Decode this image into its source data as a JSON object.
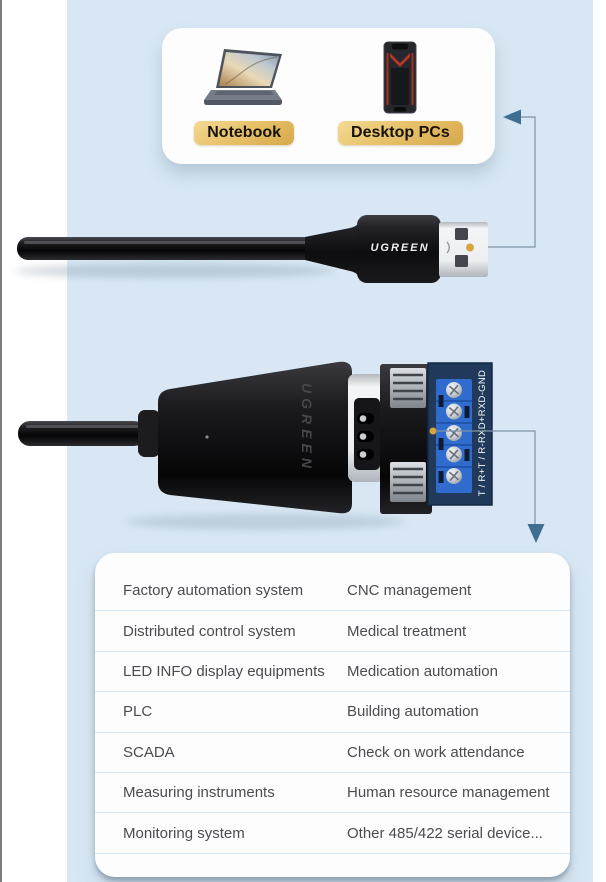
{
  "hosts_card": {
    "devices": [
      {
        "name": "laptop",
        "label": "Notebook"
      },
      {
        "name": "desktop-tower",
        "label": "Desktop PCs"
      }
    ]
  },
  "usb_connector": {
    "brand": "UGREEN"
  },
  "serial_connector": {
    "brand": "UGREEN",
    "terminal_labels": "T / R+T / R-RXD+RXD-GND"
  },
  "applications": {
    "rows": [
      {
        "left": "Factory automation system",
        "right": "CNC management"
      },
      {
        "left": "Distributed control system",
        "right": "Medical treatment"
      },
      {
        "left": "LED INFO display equipments",
        "right": "Medication automation"
      },
      {
        "left": "PLC",
        "right": "Building automation"
      },
      {
        "left": "SCADA",
        "right": "Check on work attendance"
      },
      {
        "left": "Measuring instruments",
        "right": "Human resource management"
      },
      {
        "left": "Monitoring system",
        "right": "Other 485/422 serial device..."
      }
    ]
  },
  "colors": {
    "panel_blue": "#d8e7f3",
    "card_white": "#fdfdfe",
    "label_gold_light": "#f4da93",
    "label_gold_dark": "#d6a84c",
    "arrow_head_blue": "#3e6f93",
    "connector_line_gray": "#7d93a6",
    "pcb_navy": "#21395a",
    "terminal_blue": "#2f6ccd",
    "list_text": "#4b4b50",
    "divider_blue": "#d6e8f5"
  }
}
